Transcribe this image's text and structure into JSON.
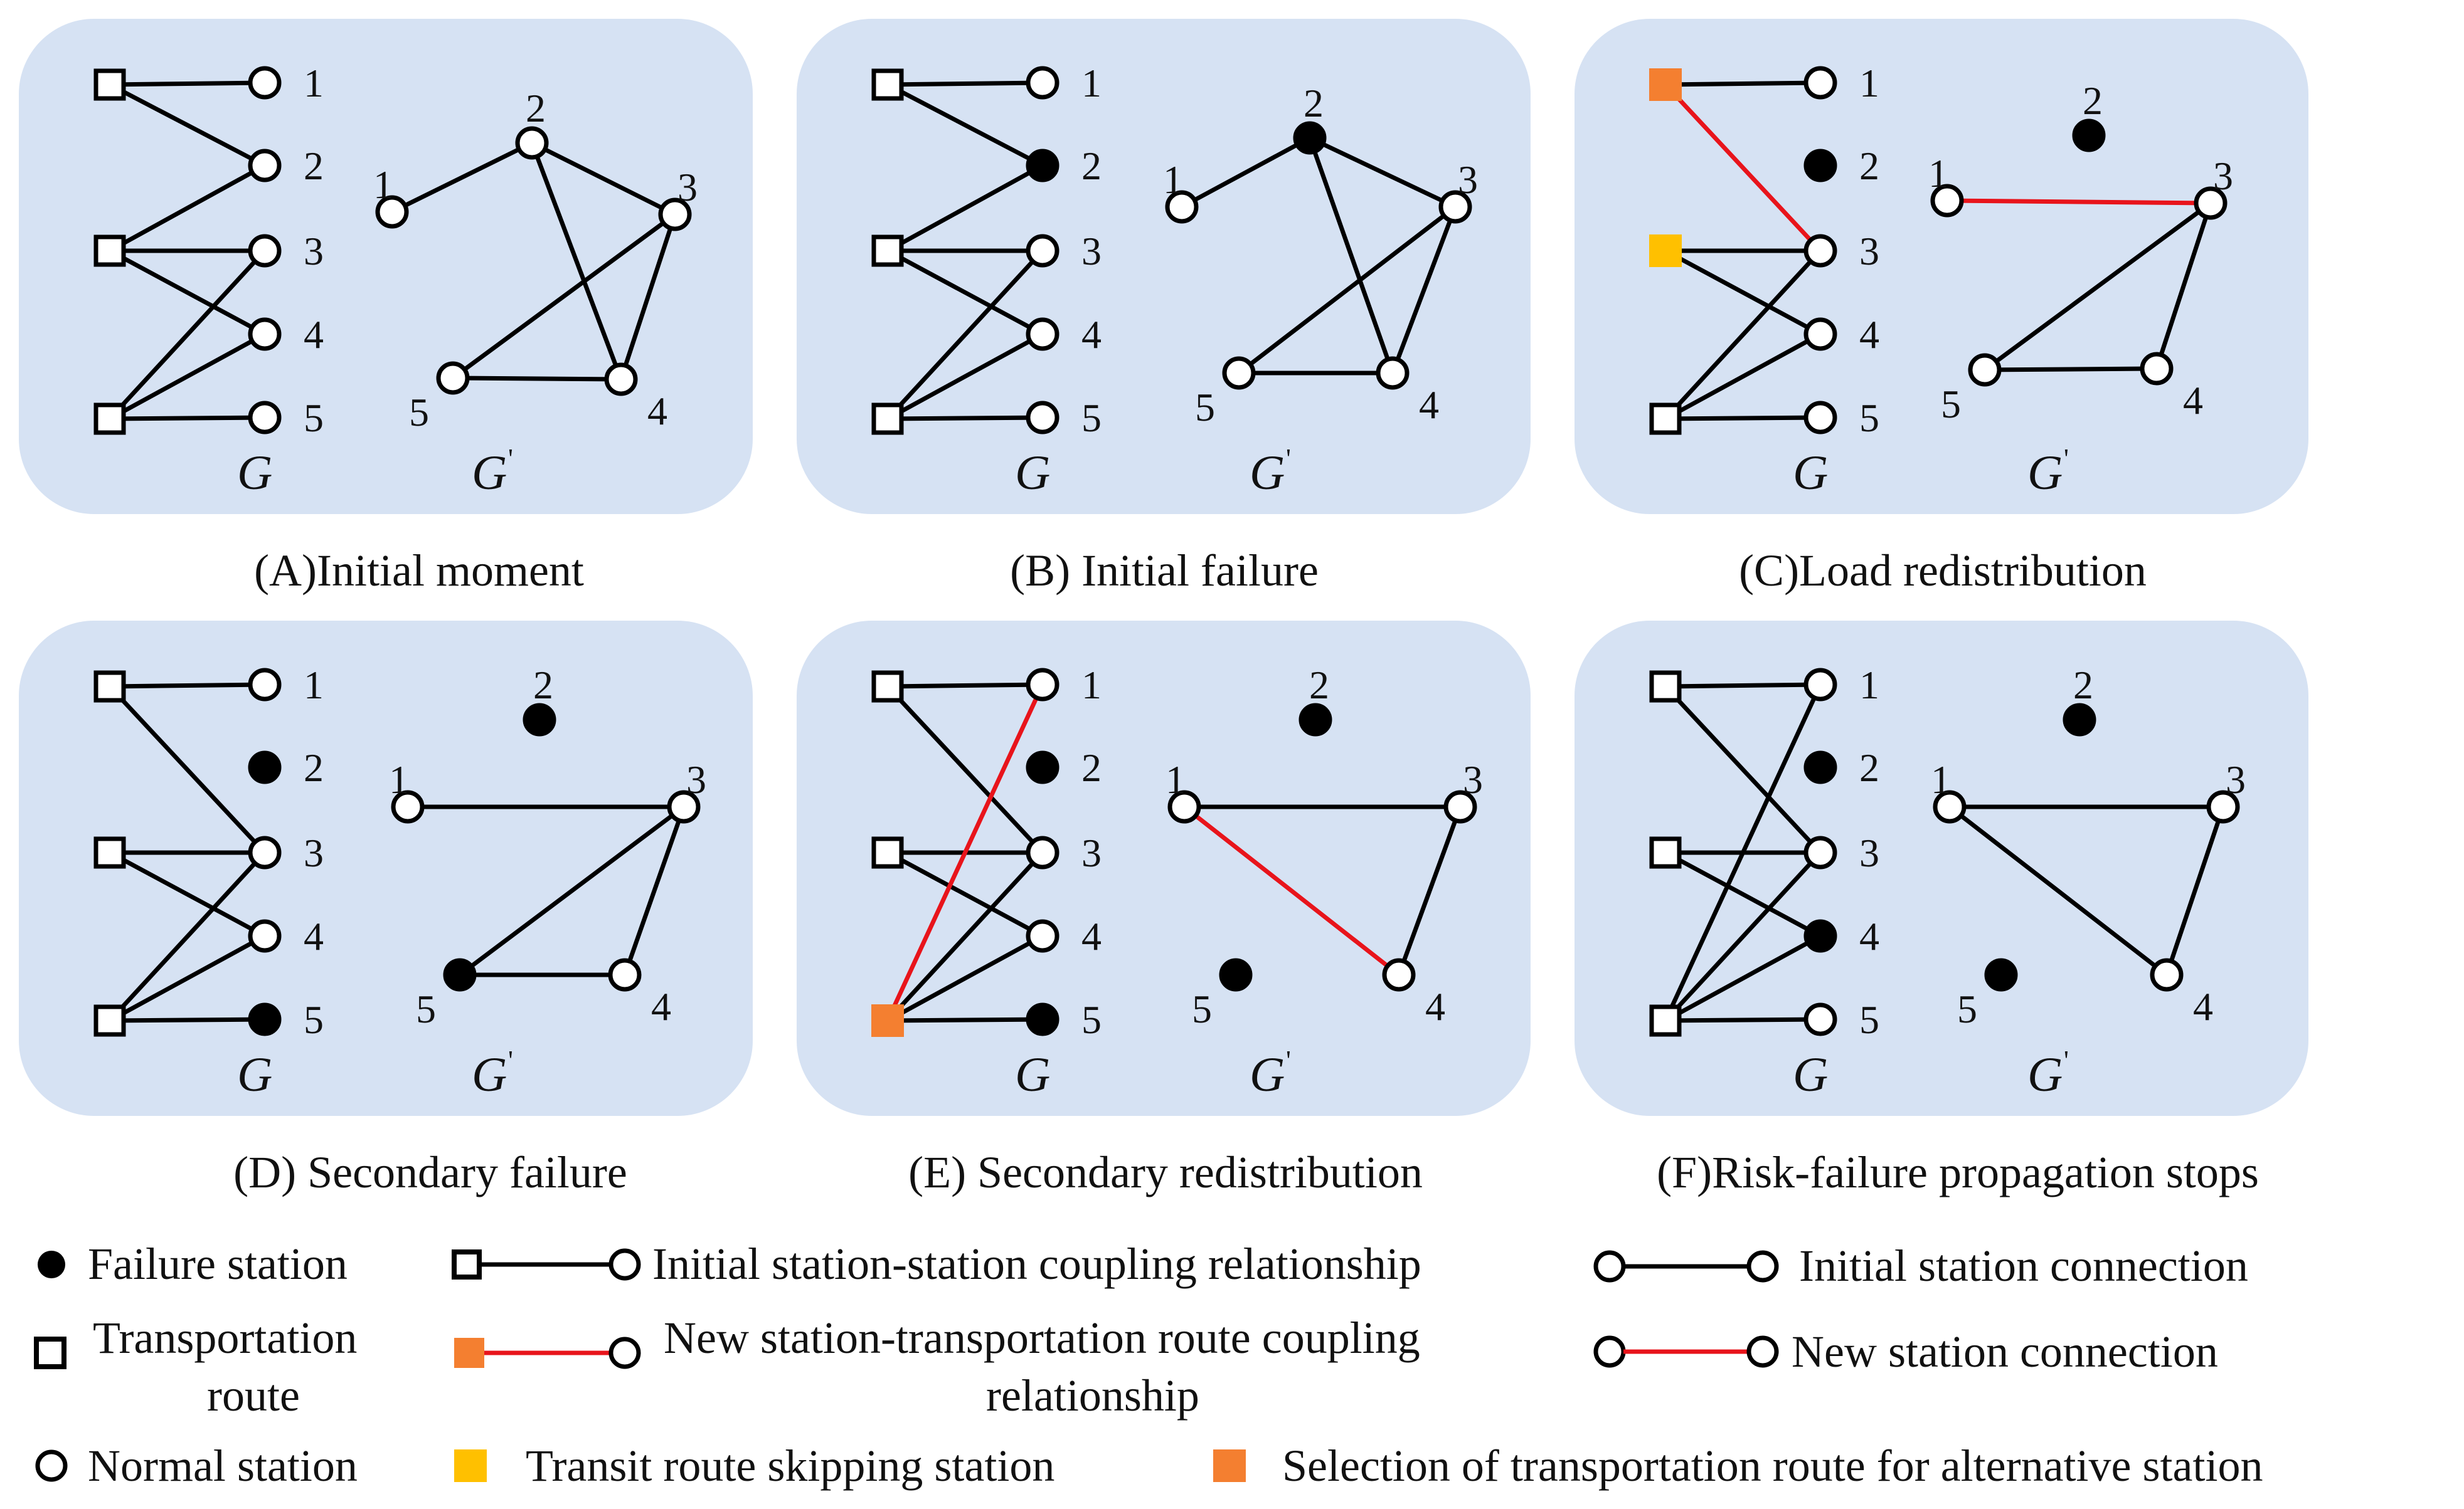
{
  "colors": {
    "panel_bg": "#d6e2f3",
    "edge": "#000000",
    "new_edge": "#e8141b",
    "orange": "#f47f30",
    "yellow": "#ffc000"
  },
  "graph_labels": {
    "g": "G",
    "gp": "G",
    "prime": "'"
  },
  "panels": [
    {
      "id": "a",
      "caption": "(A)Initial moment",
      "left_labels": [
        "1",
        "2",
        "3",
        "4",
        "5"
      ],
      "right_labels": [
        "1",
        "2",
        "3",
        "4",
        "5"
      ],
      "routes": [
        "normal",
        "normal",
        "normal"
      ],
      "failed_left": [],
      "left_edges": [
        [
          "r1",
          "s1"
        ],
        [
          "r1",
          "s2"
        ],
        [
          "r2",
          "s2"
        ],
        [
          "r2",
          "s3"
        ],
        [
          "r2",
          "s4"
        ],
        [
          "r3",
          "s3"
        ],
        [
          "r3",
          "s4"
        ],
        [
          "r3",
          "s5"
        ]
      ],
      "left_red": [],
      "failed_right": [],
      "right_edges": [
        [
          "1",
          "2"
        ],
        [
          "2",
          "3"
        ],
        [
          "2",
          "4"
        ],
        [
          "3",
          "5"
        ],
        [
          "3",
          "4"
        ],
        [
          "4",
          "5"
        ]
      ],
      "right_red": []
    },
    {
      "id": "b",
      "caption": "(B) Initial failure",
      "left_labels": [
        "1",
        "2",
        "3",
        "4",
        "5"
      ],
      "right_labels": [
        "1",
        "2",
        "3",
        "4",
        "5"
      ],
      "routes": [
        "normal",
        "normal",
        "normal"
      ],
      "failed_left": [
        "s2"
      ],
      "left_edges": [
        [
          "r1",
          "s1"
        ],
        [
          "r1",
          "s2"
        ],
        [
          "r2",
          "s2"
        ],
        [
          "r2",
          "s3"
        ],
        [
          "r2",
          "s4"
        ],
        [
          "r3",
          "s3"
        ],
        [
          "r3",
          "s4"
        ],
        [
          "r3",
          "s5"
        ]
      ],
      "left_red": [],
      "failed_right": [
        "2"
      ],
      "right_edges": [
        [
          "1",
          "2"
        ],
        [
          "2",
          "3"
        ],
        [
          "2",
          "4"
        ],
        [
          "3",
          "5"
        ],
        [
          "3",
          "4"
        ],
        [
          "4",
          "5"
        ]
      ],
      "right_red": []
    },
    {
      "id": "c",
      "caption": "(C)Load redistribution",
      "left_labels": [
        "1",
        "2",
        "3",
        "4",
        "5"
      ],
      "right_labels": [
        "1",
        "2",
        "3",
        "4",
        "5"
      ],
      "routes": [
        "orange",
        "yellow",
        "normal"
      ],
      "failed_left": [
        "s2"
      ],
      "left_edges": [
        [
          "r1",
          "s1"
        ],
        [
          "r2",
          "s3"
        ],
        [
          "r2",
          "s4"
        ],
        [
          "r3",
          "s3"
        ],
        [
          "r3",
          "s4"
        ],
        [
          "r3",
          "s5"
        ]
      ],
      "left_red": [
        [
          "r1",
          "s3"
        ]
      ],
      "failed_right": [
        "2"
      ],
      "right_edges": [
        [
          "3",
          "5"
        ],
        [
          "3",
          "4"
        ],
        [
          "4",
          "5"
        ]
      ],
      "right_red": [
        [
          "1",
          "3"
        ]
      ]
    },
    {
      "id": "d",
      "caption": "(D) Secondary failure",
      "left_labels": [
        "1",
        "2",
        "3",
        "4",
        "5"
      ],
      "right_labels": [
        "1",
        "2",
        "3",
        "4",
        "5"
      ],
      "routes": [
        "normal",
        "normal",
        "normal"
      ],
      "failed_left": [
        "s2",
        "s5"
      ],
      "left_edges": [
        [
          "r1",
          "s1"
        ],
        [
          "r1",
          "s3"
        ],
        [
          "r2",
          "s3"
        ],
        [
          "r2",
          "s4"
        ],
        [
          "r3",
          "s3"
        ],
        [
          "r3",
          "s4"
        ],
        [
          "r3",
          "s5"
        ]
      ],
      "left_red": [],
      "failed_right": [
        "2",
        "5"
      ],
      "right_edges": [
        [
          "1",
          "3"
        ],
        [
          "3",
          "5"
        ],
        [
          "3",
          "4"
        ],
        [
          "4",
          "5"
        ]
      ],
      "right_red": []
    },
    {
      "id": "e",
      "caption": "(E) Secondary redistribution",
      "left_labels": [
        "1",
        "2",
        "3",
        "4",
        "5"
      ],
      "right_labels": [
        "1",
        "2",
        "3",
        "4",
        "5"
      ],
      "routes": [
        "normal",
        "normal",
        "orange"
      ],
      "failed_left": [
        "s2",
        "s5"
      ],
      "left_edges": [
        [
          "r1",
          "s1"
        ],
        [
          "r1",
          "s3"
        ],
        [
          "r2",
          "s3"
        ],
        [
          "r2",
          "s4"
        ],
        [
          "r3",
          "s3"
        ],
        [
          "r3",
          "s4"
        ],
        [
          "r3",
          "s5"
        ]
      ],
      "left_red": [
        [
          "r3",
          "s1"
        ]
      ],
      "failed_right": [
        "2",
        "5"
      ],
      "right_edges": [
        [
          "1",
          "3"
        ],
        [
          "3",
          "4"
        ]
      ],
      "right_red": [
        [
          "1",
          "4"
        ]
      ]
    },
    {
      "id": "f",
      "caption": "(F)Risk-failure propagation stops",
      "left_labels": [
        "1",
        "2",
        "3",
        "4",
        "5"
      ],
      "right_labels": [
        "1",
        "2",
        "3",
        "4",
        "5"
      ],
      "routes": [
        "normal",
        "normal",
        "normal"
      ],
      "failed_left": [
        "s2",
        "s4"
      ],
      "left_edges": [
        [
          "r1",
          "s1"
        ],
        [
          "r1",
          "s3"
        ],
        [
          "r2",
          "s3"
        ],
        [
          "r2",
          "s4"
        ],
        [
          "r3",
          "s1"
        ],
        [
          "r3",
          "s3"
        ],
        [
          "r3",
          "s4"
        ],
        [
          "r3",
          "s5"
        ]
      ],
      "left_red": [],
      "failed_right": [
        "2",
        "5"
      ],
      "right_edges": [
        [
          "1",
          "3"
        ],
        [
          "1",
          "4"
        ],
        [
          "3",
          "4"
        ]
      ],
      "right_red": []
    }
  ],
  "legend": {
    "failure_station": "Failure station",
    "transportation_route_1": "Transportation",
    "transportation_route_2": "route",
    "normal_station": "Normal station",
    "initial_coupling": "Initial station-station coupling relationship",
    "new_coupling_1": "New station-transportation route coupling",
    "new_coupling_2": "relationship",
    "transit_skipping": "Transit route skipping station",
    "initial_connection": "Initial station connection",
    "new_connection": "New station connection",
    "selection_alternative": "Selection of transportation route for alternative station"
  }
}
